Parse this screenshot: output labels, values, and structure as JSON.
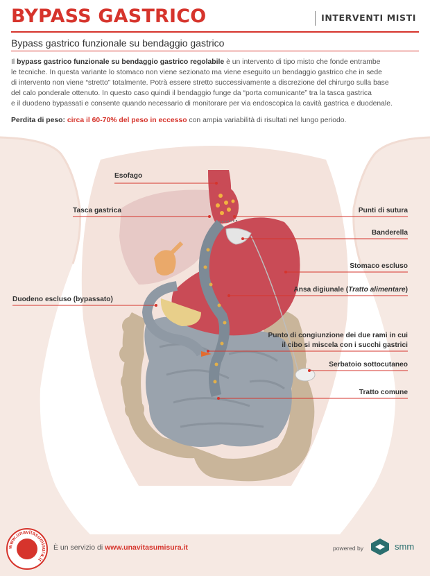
{
  "header": {
    "title": "BYPASS GASTRICO",
    "category": "INTERVENTI MISTI",
    "subtitle": "Bypass gastrico funzionale su bendaggio gastrico"
  },
  "intro": {
    "prefix": "Il ",
    "bold": "bypass gastrico funzionale su bendaggio gastrico regolabile",
    "line1_rest": " è un intervento di tipo misto che fonde entrambe",
    "line2": "le tecniche. In questa variante lo stomaco non viene sezionato ma viene eseguito un bendaggio gastrico che in sede",
    "line3": "di intervento non viene “stretto” totalmente. Potrà essere stretto successivamente a discrezione del chirurgo sulla base",
    "line4": "del calo ponderale ottenuto. In questo caso quindi il bendaggio funge da “porta comunicante” tra la tasca gastrica",
    "line5": "e il duodeno bypassati e consente quando necessario di monitorare per via endoscopica la cavità gastrica e duodenale."
  },
  "weight_loss": {
    "label": "Perdita di peso:",
    "highlight": "circa il 60-70% del peso in eccesso",
    "rest": " con ampia variabilità di risultati nel lungo periodo."
  },
  "labels": {
    "esofago": "Esofago",
    "tasca": "Tasca gastrica",
    "duodeno": "Duodeno escluso (bypassato)",
    "suture": "Punti di sutura",
    "banderella": "Banderella",
    "stomaco": "Stomaco escluso",
    "ansa_prefix": "Ansa digiunale (",
    "ansa_italic": "Tratto alimentare",
    "ansa_suffix": ")",
    "congiunzione_1": "Punto di congiunzione dei due rami in cui",
    "congiunzione_2": "il cibo si miscela con i succhi gastrici",
    "serbatoio": "Serbatoio sottocutaneo",
    "comune": "Tratto comune"
  },
  "logo": {
    "ring_text": "www.unavitasumisura.it"
  },
  "footer": {
    "text": "È un servizio di ",
    "link": "www.unavitasumisura.it",
    "powered": "powered by",
    "brand": "smm"
  },
  "colors": {
    "accent": "#d6342c",
    "body": "#f6e9e3",
    "stomach": "#c94b56",
    "intestine": "#9aa3ad",
    "colon": "#c9b59a",
    "liver": "#e7c9c6"
  }
}
